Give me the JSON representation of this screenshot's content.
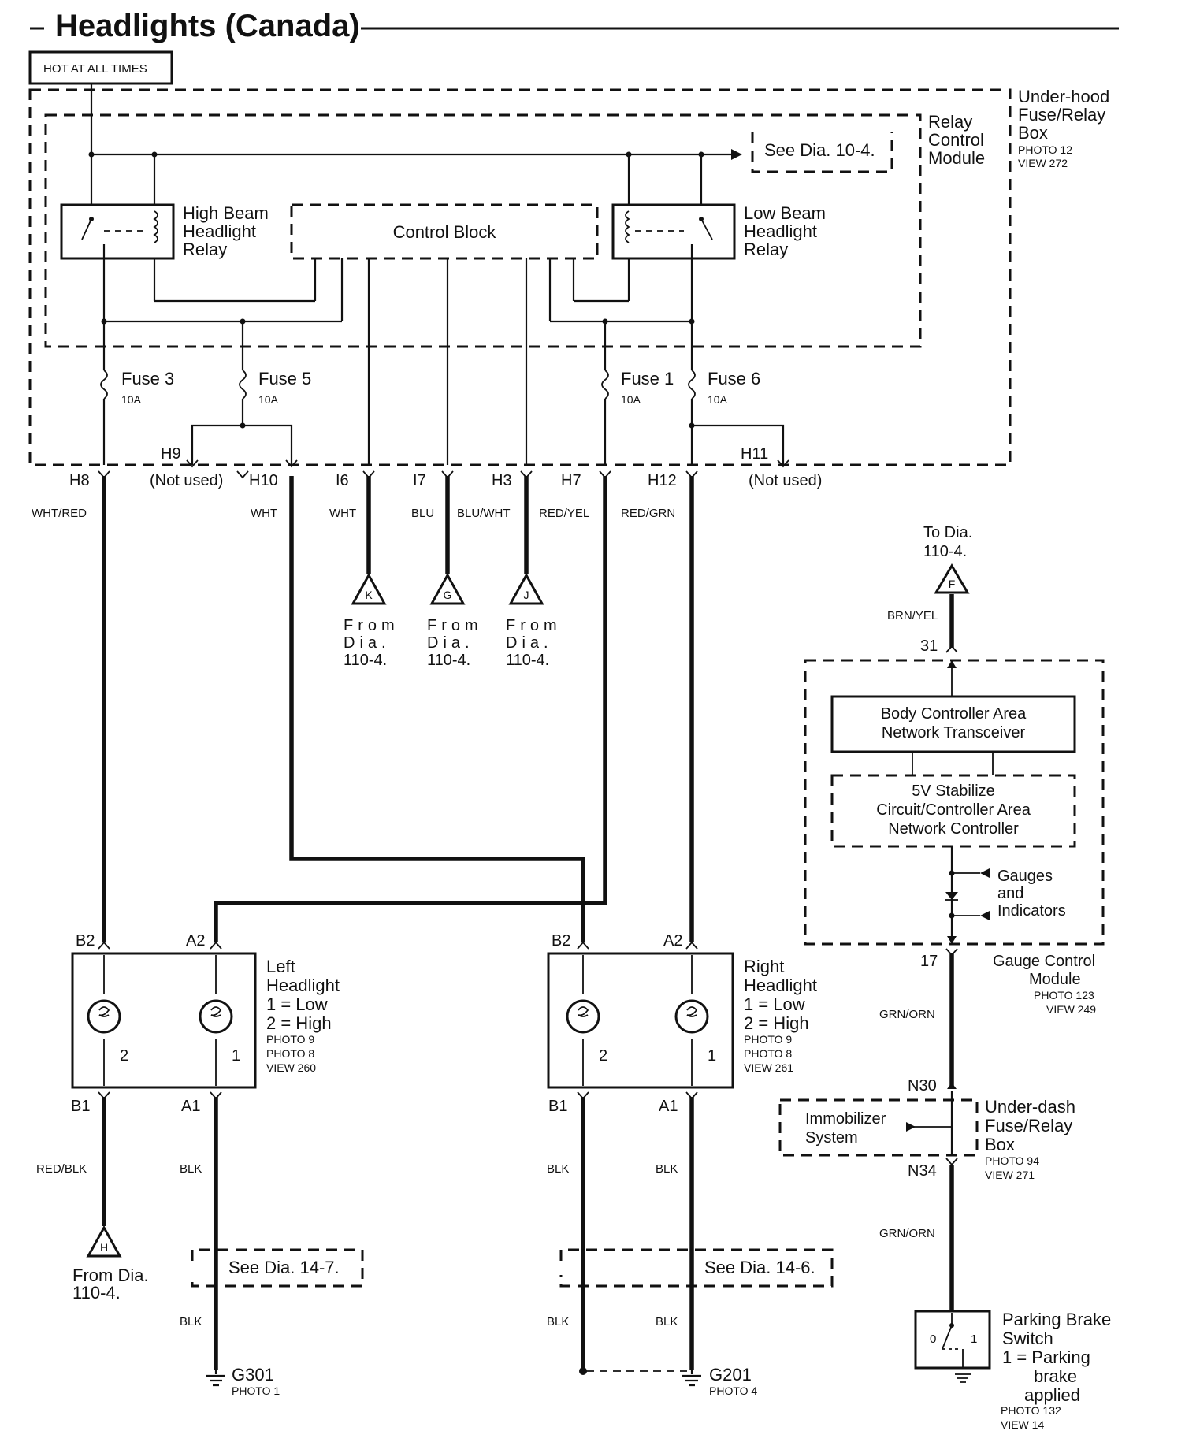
{
  "title": "Headlights (Canada)",
  "hot_label": "HOT AT ALL TIMES",
  "underhood_box": {
    "lines": [
      "Under-hood",
      "Fuse/Relay",
      "Box"
    ],
    "photo": "PHOTO 12",
    "view": "VIEW 272"
  },
  "relay_module": {
    "lines": [
      "Relay",
      "Control",
      "Module"
    ]
  },
  "see_dia_top": "See Dia. 10-4.",
  "high_beam_relay": [
    "High Beam",
    "Headlight",
    "Relay"
  ],
  "low_beam_relay": [
    "Low Beam",
    "Headlight",
    "Relay"
  ],
  "control_block": "Control Block",
  "fuses": [
    {
      "name": "Fuse 3",
      "rating": "10A"
    },
    {
      "name": "Fuse 5",
      "rating": "10A"
    },
    {
      "name": "Fuse 1",
      "rating": "10A"
    },
    {
      "name": "Fuse 6",
      "rating": "10A"
    }
  ],
  "terminals": {
    "H8": "H8",
    "H9": "H9",
    "H10": "H10",
    "I6": "I6",
    "I7": "I7",
    "H3": "H3",
    "H7": "H7",
    "H12": "H12",
    "H11": "H11"
  },
  "not_used": "(Not used)",
  "wire_colors": {
    "wht_red": "WHT/RED",
    "wht": "WHT",
    "blu": "BLU",
    "blu_wht": "BLU/WHT",
    "red_yel": "RED/YEL",
    "red_grn": "RED/GRN",
    "brn_yel": "BRN/YEL",
    "grn_orn": "GRN/ORN",
    "red_blk": "RED/BLK",
    "blk": "BLK"
  },
  "from_dia": [
    "From",
    "Dia.",
    "110-4."
  ],
  "connector_letters": {
    "k": "K",
    "g": "G",
    "j": "J",
    "f": "F",
    "h": "H"
  },
  "to_dia": [
    "To Dia.",
    "110-4."
  ],
  "gauge": {
    "pin31": "31",
    "pin17": "17",
    "transceiver": [
      "Body Controller Area",
      "Network Transceiver"
    ],
    "stabilize": [
      "5V Stabilize",
      "Circuit/Controller Area",
      "Network Controller"
    ],
    "gauges": [
      "Gauges",
      "and",
      "Indicators"
    ],
    "module": [
      "Gauge Control",
      "Module"
    ],
    "photo": "PHOTO 123",
    "view": "VIEW 249"
  },
  "left_headlight": {
    "lines": [
      "Left",
      "Headlight",
      "1 = Low",
      "2 = High"
    ],
    "photos": [
      "PHOTO 9",
      "PHOTO 8",
      "VIEW 260"
    ],
    "pins": [
      "B2",
      "A2",
      "B1",
      "A1"
    ],
    "bulbs": [
      "2",
      "1"
    ]
  },
  "right_headlight": {
    "lines": [
      "Right",
      "Headlight",
      "1 = Low",
      "2 = High"
    ],
    "photos": [
      "PHOTO 9",
      "PHOTO 8",
      "VIEW 261"
    ],
    "pins": [
      "B2",
      "A2",
      "B1",
      "A1"
    ],
    "bulbs": [
      "2",
      "1"
    ]
  },
  "underdash": {
    "n30": "N30",
    "n34": "N34",
    "lines": [
      "Under-dash",
      "Fuse/Relay",
      "Box"
    ],
    "photo": "PHOTO 94",
    "view": "VIEW 271"
  },
  "immobilizer": [
    "Immobilizer",
    "System"
  ],
  "from_dia_h": [
    "From Dia.",
    "110-4."
  ],
  "see_dia_14_7": "See Dia. 14-7.",
  "see_dia_14_6": "See Dia. 14-6.",
  "grounds": {
    "g301": "G301",
    "g301_photo": "PHOTO 1",
    "g201": "G201",
    "g201_photo": "PHOTO 4"
  },
  "parking_brake": {
    "lines": [
      "Parking Brake",
      "Switch",
      "1 = Parking",
      "brake",
      "applied"
    ],
    "photo": "PHOTO 132",
    "view": "VIEW 14",
    "pos0": "0",
    "pos1": "1"
  }
}
